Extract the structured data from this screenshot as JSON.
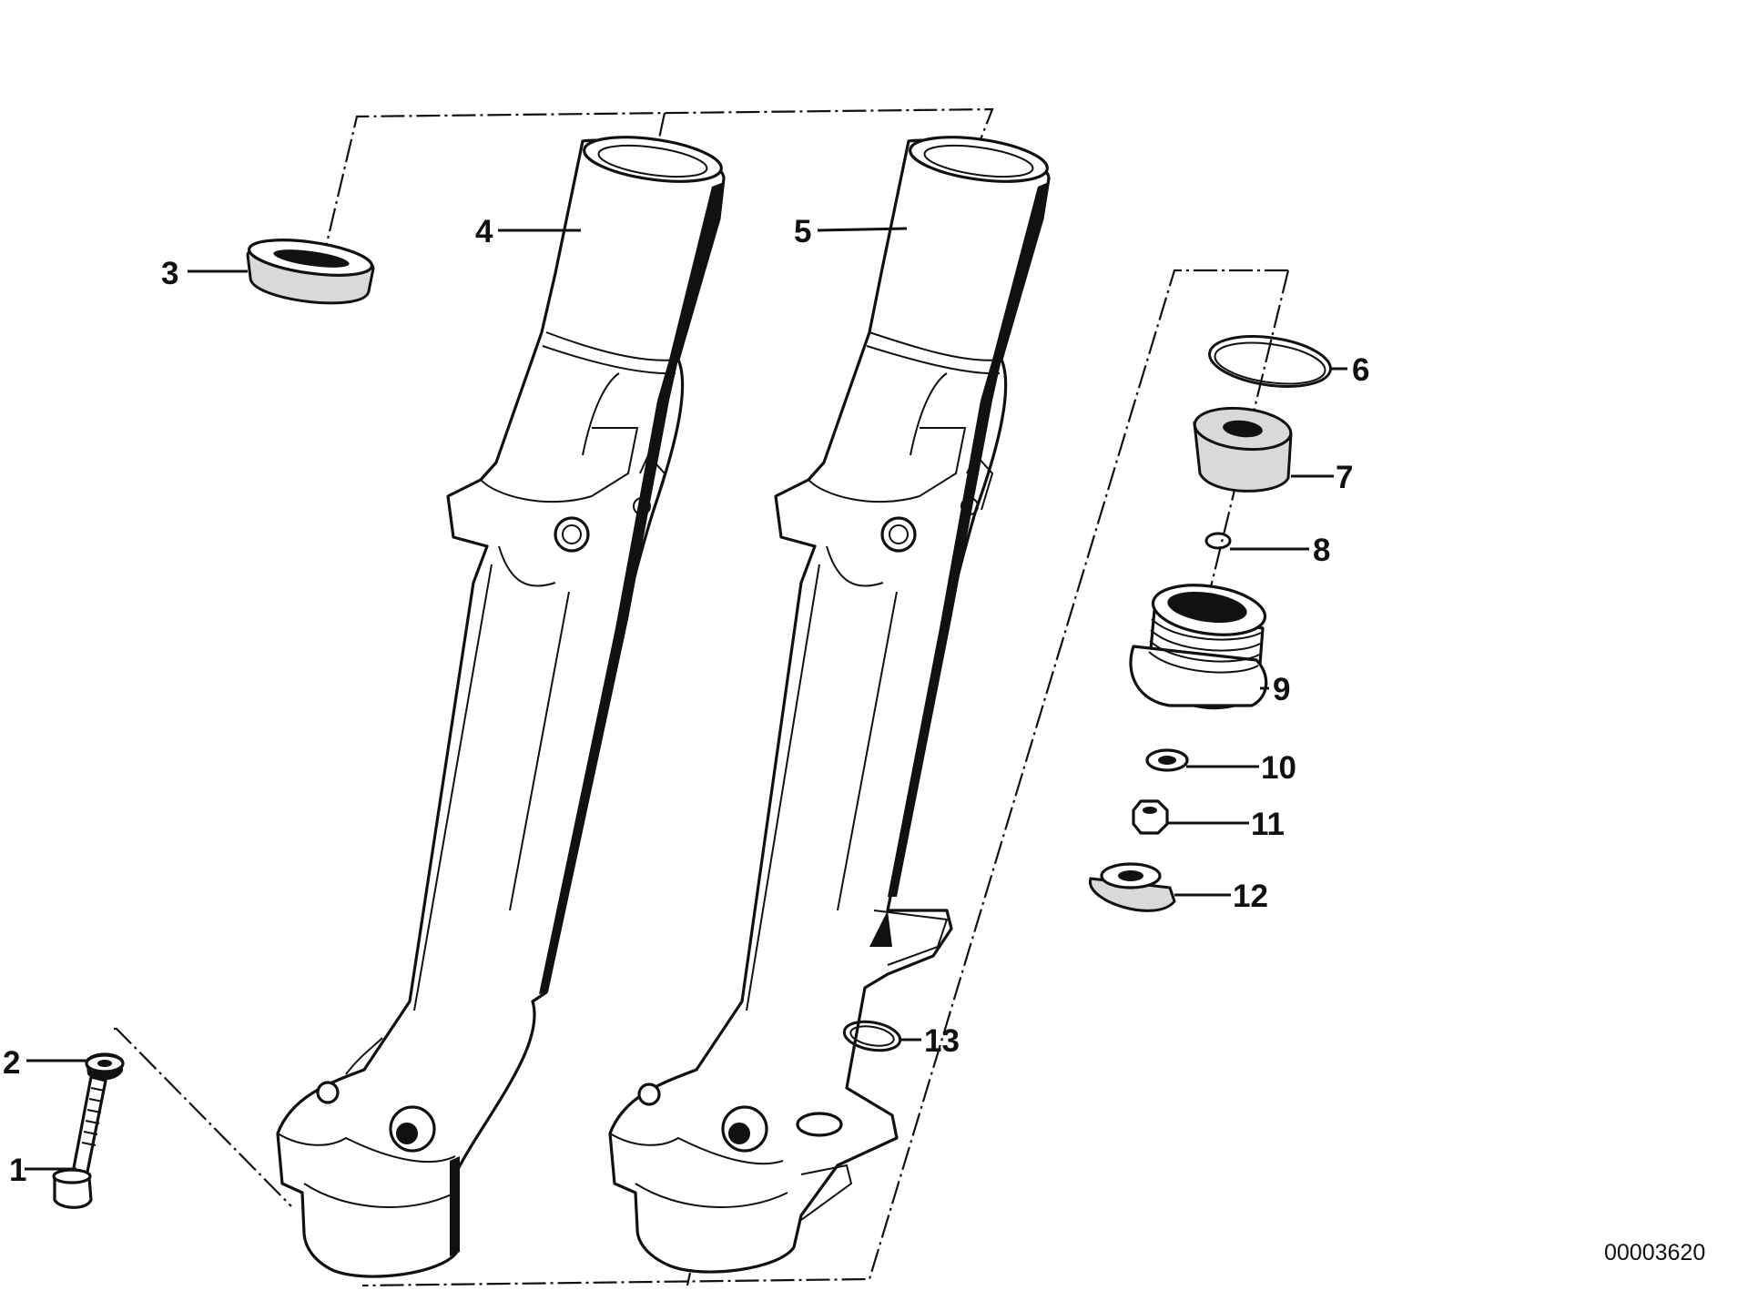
{
  "diagram": {
    "document_number": "00003620",
    "callouts": [
      {
        "id": "1",
        "label": "1"
      },
      {
        "id": "2",
        "label": "2"
      },
      {
        "id": "3",
        "label": "3"
      },
      {
        "id": "4",
        "label": "4"
      },
      {
        "id": "5",
        "label": "5"
      },
      {
        "id": "6",
        "label": "6"
      },
      {
        "id": "7",
        "label": "7"
      },
      {
        "id": "8",
        "label": "8"
      },
      {
        "id": "9",
        "label": "9"
      },
      {
        "id": "10",
        "label": "10"
      },
      {
        "id": "11",
        "label": "11"
      },
      {
        "id": "12",
        "label": "12"
      },
      {
        "id": "13",
        "label": "13"
      }
    ]
  }
}
